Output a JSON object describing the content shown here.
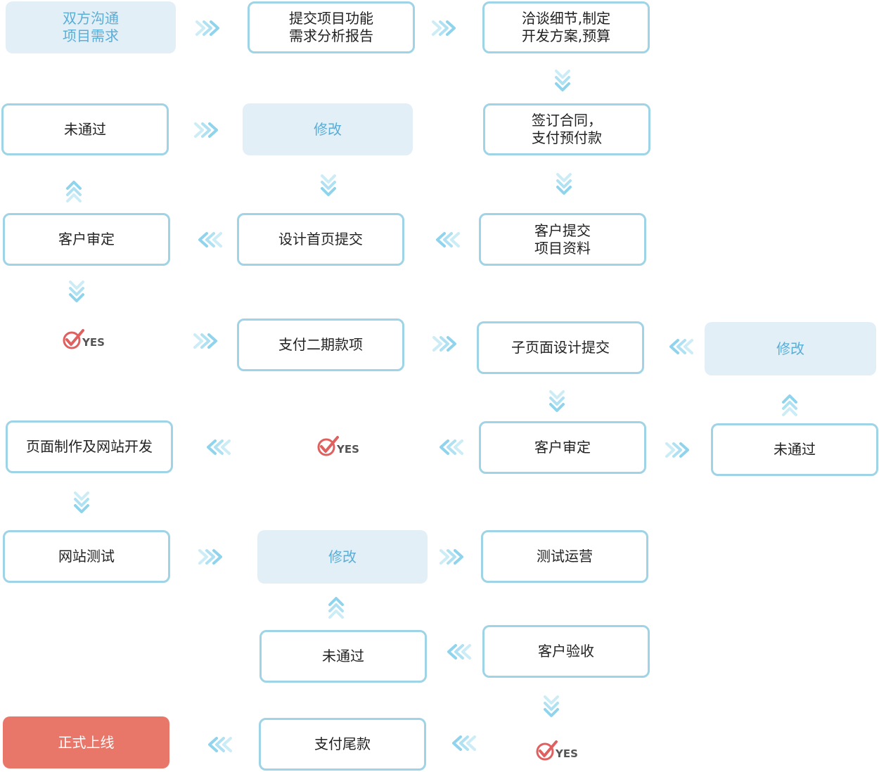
{
  "accent_colors": {
    "box_border": "#9fd3e6",
    "box_fill_shaded": "#e3eff7",
    "shaded_text": "#5aaed6",
    "arrow": "#8fd4ec",
    "final_fill": "#e8776a",
    "check_mark": "#e06060"
  },
  "steps": {
    "communicate_needs": "双方沟通\n项目需求",
    "submit_report": "提交项目功能\n需求分析报告",
    "discuss_plan": "洽谈细节,制定\n开发方案,预算",
    "sign_contract": "签订合同，\n支付预付款",
    "rejected_1": "未通过",
    "revise_1": "修改",
    "client_submit": "客户提交\n项目资料",
    "design_home": "设计首页提交",
    "client_review_1": "客户审定",
    "pay_second": "支付二期款项",
    "subpage_design": "子页面设计提交",
    "revise_2": "修改",
    "client_review_2": "客户审定",
    "rejected_2": "未通过",
    "page_production": "页面制作及网站开发",
    "site_test": "网站测试",
    "revise_3": "修改",
    "trial_run": "测试运营",
    "rejected_3": "未通过",
    "client_accept": "客户验收",
    "pay_final": "支付尾款",
    "go_live": "正式上线"
  },
  "approval_badge": {
    "text": "YES",
    "icon": "check-mark-icon"
  },
  "arrow_icon": "triple-chevron-icon"
}
